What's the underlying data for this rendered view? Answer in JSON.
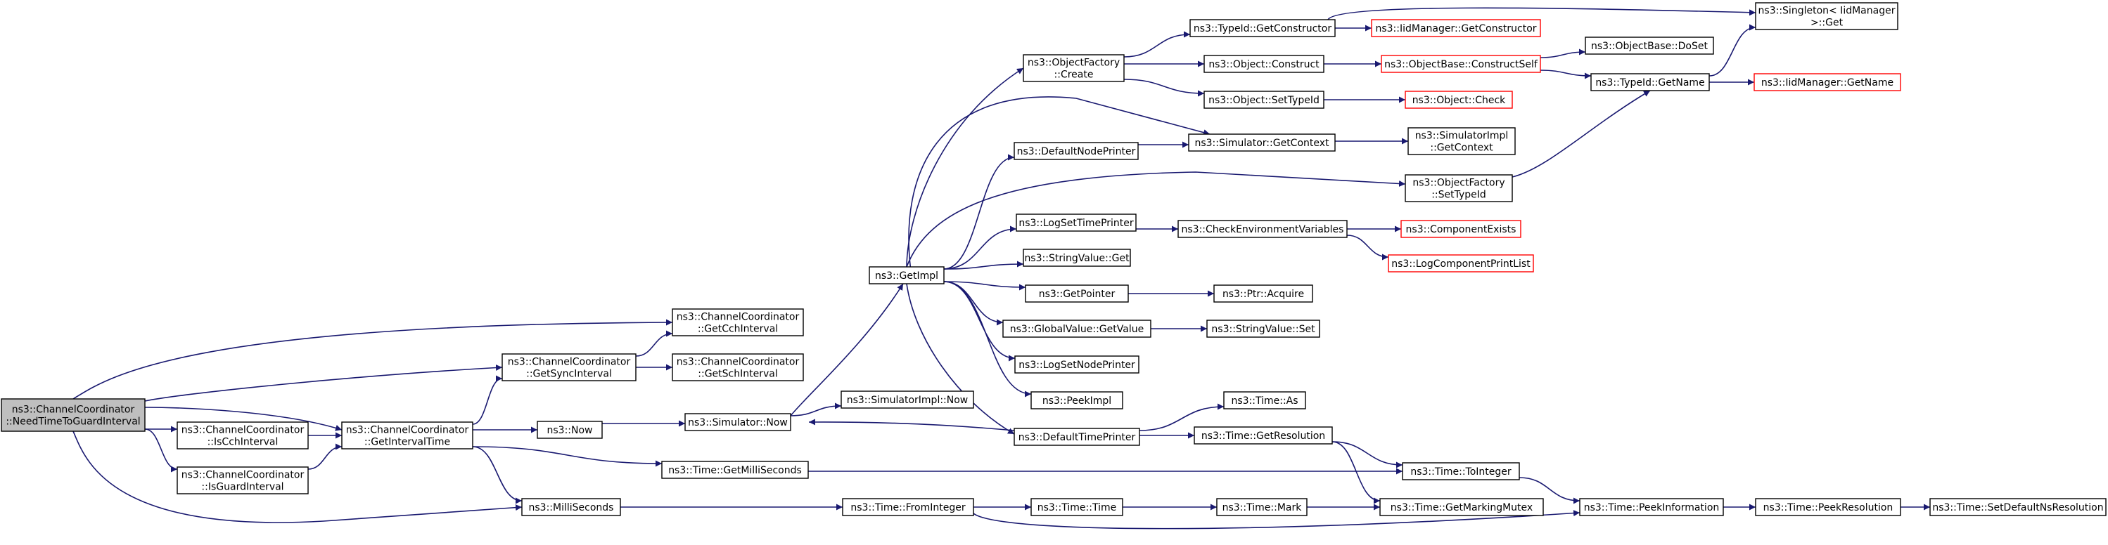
{
  "colors": {
    "edge": "#191970",
    "node_border": "#000000",
    "node_missing_border": "#ff0000",
    "root_fill": "#bfbfbf",
    "node_fill": "#ffffff"
  },
  "nodes": [
    {
      "id": "root",
      "lines": [
        "ns3::ChannelCoordinator",
        "::NeedTimeToGuardInterval"
      ],
      "style": "root"
    },
    {
      "id": "isCch",
      "lines": [
        "ns3::ChannelCoordinator",
        "::IsCchInterval"
      ]
    },
    {
      "id": "isGuard",
      "lines": [
        "ns3::ChannelCoordinator",
        "::IsGuardInterval"
      ]
    },
    {
      "id": "getInterval",
      "lines": [
        "ns3::ChannelCoordinator",
        "::GetIntervalTime"
      ]
    },
    {
      "id": "getSync",
      "lines": [
        "ns3::ChannelCoordinator",
        "::GetSyncInterval"
      ]
    },
    {
      "id": "getCch",
      "lines": [
        "ns3::ChannelCoordinator",
        "::GetCchInterval"
      ]
    },
    {
      "id": "getSch",
      "lines": [
        "ns3::ChannelCoordinator",
        "::GetSchInterval"
      ]
    },
    {
      "id": "now",
      "lines": [
        "ns3::Now"
      ]
    },
    {
      "id": "simNow",
      "lines": [
        "ns3::Simulator::Now"
      ]
    },
    {
      "id": "simImplNow",
      "lines": [
        "ns3::SimulatorImpl::Now"
      ]
    },
    {
      "id": "getMilli",
      "lines": [
        "ns3::Time::GetMilliSeconds"
      ]
    },
    {
      "id": "milli",
      "lines": [
        "ns3::MilliSeconds"
      ]
    },
    {
      "id": "getImpl",
      "lines": [
        "ns3::GetImpl"
      ]
    },
    {
      "id": "objFactCreate",
      "lines": [
        "ns3::ObjectFactory",
        "::Create"
      ]
    },
    {
      "id": "defNodePrinter",
      "lines": [
        "ns3::DefaultNodePrinter"
      ]
    },
    {
      "id": "logSetTime",
      "lines": [
        "ns3::LogSetTimePrinter"
      ]
    },
    {
      "id": "strValGet",
      "lines": [
        "ns3::StringValue::Get"
      ]
    },
    {
      "id": "getPointer",
      "lines": [
        "ns3::GetPointer"
      ]
    },
    {
      "id": "globalGetValue",
      "lines": [
        "ns3::GlobalValue::GetValue"
      ]
    },
    {
      "id": "logSetNode",
      "lines": [
        "ns3::LogSetNodePrinter"
      ]
    },
    {
      "id": "peekImpl",
      "lines": [
        "ns3::PeekImpl"
      ]
    },
    {
      "id": "defTimePrinter",
      "lines": [
        "ns3::DefaultTimePrinter"
      ]
    },
    {
      "id": "typeIdGetCons",
      "lines": [
        "ns3::TypeId::GetConstructor"
      ]
    },
    {
      "id": "objConstruct",
      "lines": [
        "ns3::Object::Construct"
      ]
    },
    {
      "id": "objSetTypeId",
      "lines": [
        "ns3::Object::SetTypeId"
      ]
    },
    {
      "id": "simGetContext",
      "lines": [
        "ns3::Simulator::GetContext"
      ]
    },
    {
      "id": "checkEnv",
      "lines": [
        "ns3::CheckEnvironmentVariables"
      ]
    },
    {
      "id": "ptrAcquire",
      "lines": [
        "ns3::Ptr::Acquire"
      ]
    },
    {
      "id": "strValSet",
      "lines": [
        "ns3::StringValue::Set"
      ]
    },
    {
      "id": "timeAs",
      "lines": [
        "ns3::Time::As"
      ]
    },
    {
      "id": "timeGetRes",
      "lines": [
        "ns3::Time::GetResolution"
      ]
    },
    {
      "id": "timeFromInt",
      "lines": [
        "ns3::Time::FromInteger"
      ]
    },
    {
      "id": "timeTime",
      "lines": [
        "ns3::Time::Time"
      ]
    },
    {
      "id": "timeMark",
      "lines": [
        "ns3::Time::Mark"
      ]
    },
    {
      "id": "iidGetCons",
      "lines": [
        "ns3::IidManager::GetConstructor"
      ],
      "style": "missing"
    },
    {
      "id": "objBaseConstructSelf",
      "lines": [
        "ns3::ObjectBase::ConstructSelf"
      ],
      "style": "missing"
    },
    {
      "id": "objCheck",
      "lines": [
        "ns3::Object::Check"
      ],
      "style": "missing"
    },
    {
      "id": "simImplGetContext",
      "lines": [
        "ns3::SimulatorImpl",
        "::GetContext"
      ]
    },
    {
      "id": "objFactSetTypeId",
      "lines": [
        "ns3::ObjectFactory",
        "::SetTypeId"
      ]
    },
    {
      "id": "compExists",
      "lines": [
        "ns3::ComponentExists"
      ],
      "style": "missing"
    },
    {
      "id": "logCompPrintList",
      "lines": [
        "ns3::LogComponentPrintList"
      ],
      "style": "missing"
    },
    {
      "id": "timeToInt",
      "lines": [
        "ns3::Time::ToInteger"
      ]
    },
    {
      "id": "timeGetMarkMutex",
      "lines": [
        "ns3::Time::GetMarkingMutex"
      ]
    },
    {
      "id": "objBaseDoSet",
      "lines": [
        "ns3::ObjectBase::DoSet"
      ]
    },
    {
      "id": "typeIdGetName",
      "lines": [
        "ns3::TypeId::GetName"
      ]
    },
    {
      "id": "singletonGet",
      "lines": [
        "ns3::Singleton< IidManager",
        ">::Get"
      ]
    },
    {
      "id": "iidGetName",
      "lines": [
        "ns3::IidManager::GetName"
      ],
      "style": "missing"
    },
    {
      "id": "timePeekInfo",
      "lines": [
        "ns3::Time::PeekInformation"
      ]
    },
    {
      "id": "timePeekRes",
      "lines": [
        "ns3::Time::PeekResolution"
      ]
    },
    {
      "id": "timeSetDefNs",
      "lines": [
        "ns3::Time::SetDefaultNsResolution"
      ]
    }
  ]
}
